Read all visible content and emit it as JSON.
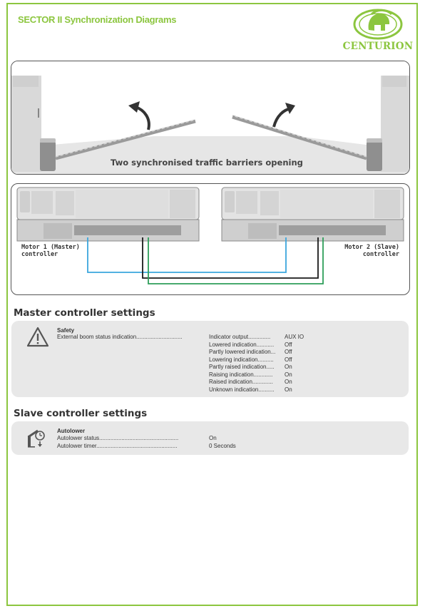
{
  "page": {
    "title": "SECTOR II Synchronization Diagrams",
    "brand": "CENTURION",
    "brand_color": "#8cc63f"
  },
  "diagram": {
    "caption": "Two synchronised traffic barriers opening",
    "motor1_label": [
      "Motor 1 (Master)",
      "controller"
    ],
    "motor2_label": [
      "Motor 2 (Slave)",
      "controller"
    ],
    "wire_colors": {
      "blue": "#3aa6dd",
      "black": "#1a1a1a",
      "green": "#2e9e5a"
    }
  },
  "master": {
    "heading": "Master controller settings",
    "icon": "warning-triangle-icon",
    "group": "Safety",
    "parameter": "External boom status indication.............................",
    "rows": [
      {
        "label": "Indicator output..............",
        "value": "AUX IO"
      },
      {
        "label": "Lowered indication...........",
        "value": "Off"
      },
      {
        "label": "Partly lowered indication...",
        "value": "Off"
      },
      {
        "label": "Lowering indication..........",
        "value": "Off"
      },
      {
        "label": "Partly raised indication.....",
        "value": "On"
      },
      {
        "label": "Raising indication............",
        "value": "On"
      },
      {
        "label": "Raised indication.............",
        "value": "On"
      },
      {
        "label": "Unknown indication..........",
        "value": "On"
      }
    ]
  },
  "slave": {
    "heading": "Slave controller settings",
    "icon": "autolower-timer-icon",
    "group": "Autolower",
    "rows": [
      {
        "label": "Autolower status..................................................",
        "value": "On"
      },
      {
        "label": "Autolower timer...................................................",
        "value": "0 Seconds"
      }
    ]
  }
}
